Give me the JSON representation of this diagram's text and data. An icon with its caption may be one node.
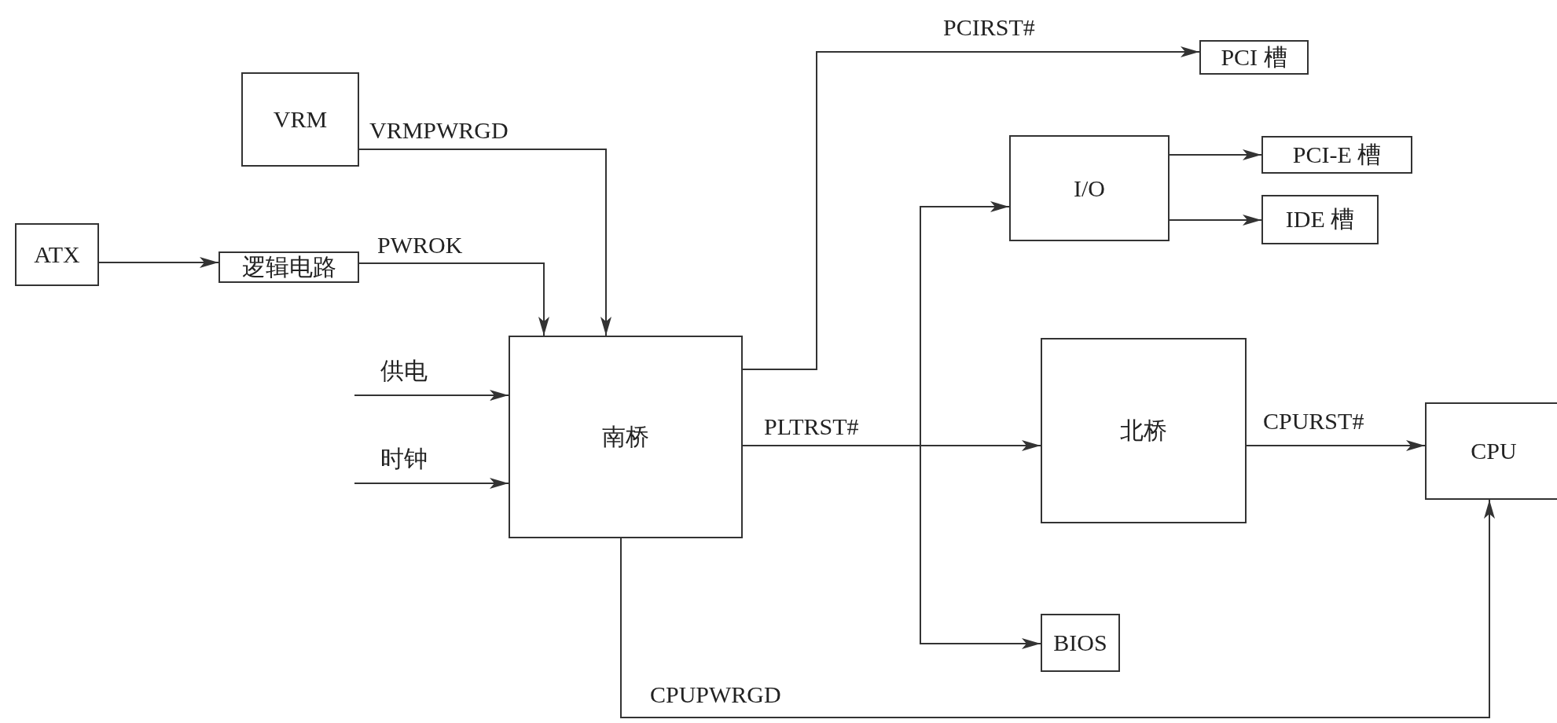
{
  "diagram": {
    "nodes": [
      {
        "text": [
          "VRM"
        ]
      },
      {
        "text": [
          "ATX"
        ]
      },
      {
        "text": [
          "逻辑电路"
        ]
      },
      {
        "text": [
          "南桥"
        ]
      },
      {
        "text": [
          "PCI 槽"
        ]
      },
      {
        "text": [
          "I/O"
        ]
      },
      {
        "text": [
          "PCI-E 槽"
        ]
      },
      {
        "text": [
          "IDE 槽"
        ]
      },
      {
        "text": [
          "北桥"
        ]
      },
      {
        "text": [
          "CPU"
        ]
      },
      {
        "text": [
          "BIOS"
        ]
      }
    ],
    "edges": [
      {
        "from": 1,
        "to": 2,
        "arrow": "to"
      },
      {
        "from": 2,
        "to": 3,
        "arrow": "to",
        "label": "PWROK"
      },
      {
        "from": 0,
        "to": 3,
        "arrow": "to",
        "label": "VRMPWRGD"
      },
      {
        "from": null,
        "to": 3,
        "arrow": "to",
        "label": "供电"
      },
      {
        "from": null,
        "to": 3,
        "arrow": "to",
        "label": "时钟"
      },
      {
        "from": 3,
        "to": 4,
        "arrow": "to",
        "label": "PCIRST#"
      },
      {
        "from": 3,
        "to": 8,
        "arrow": "to",
        "label": "PLTRST#"
      },
      {
        "from": 3,
        "to": 5,
        "arrow": "to"
      },
      {
        "from": 3,
        "to": 10,
        "arrow": "to"
      },
      {
        "from": 5,
        "to": 6,
        "arrow": "to"
      },
      {
        "from": 5,
        "to": 7,
        "arrow": "to"
      },
      {
        "from": 8,
        "to": 9,
        "arrow": "to",
        "label": "CPURST#"
      },
      {
        "from": 3,
        "to": 9,
        "arrow": "to",
        "label": "CPUPWRGD"
      }
    ]
  }
}
